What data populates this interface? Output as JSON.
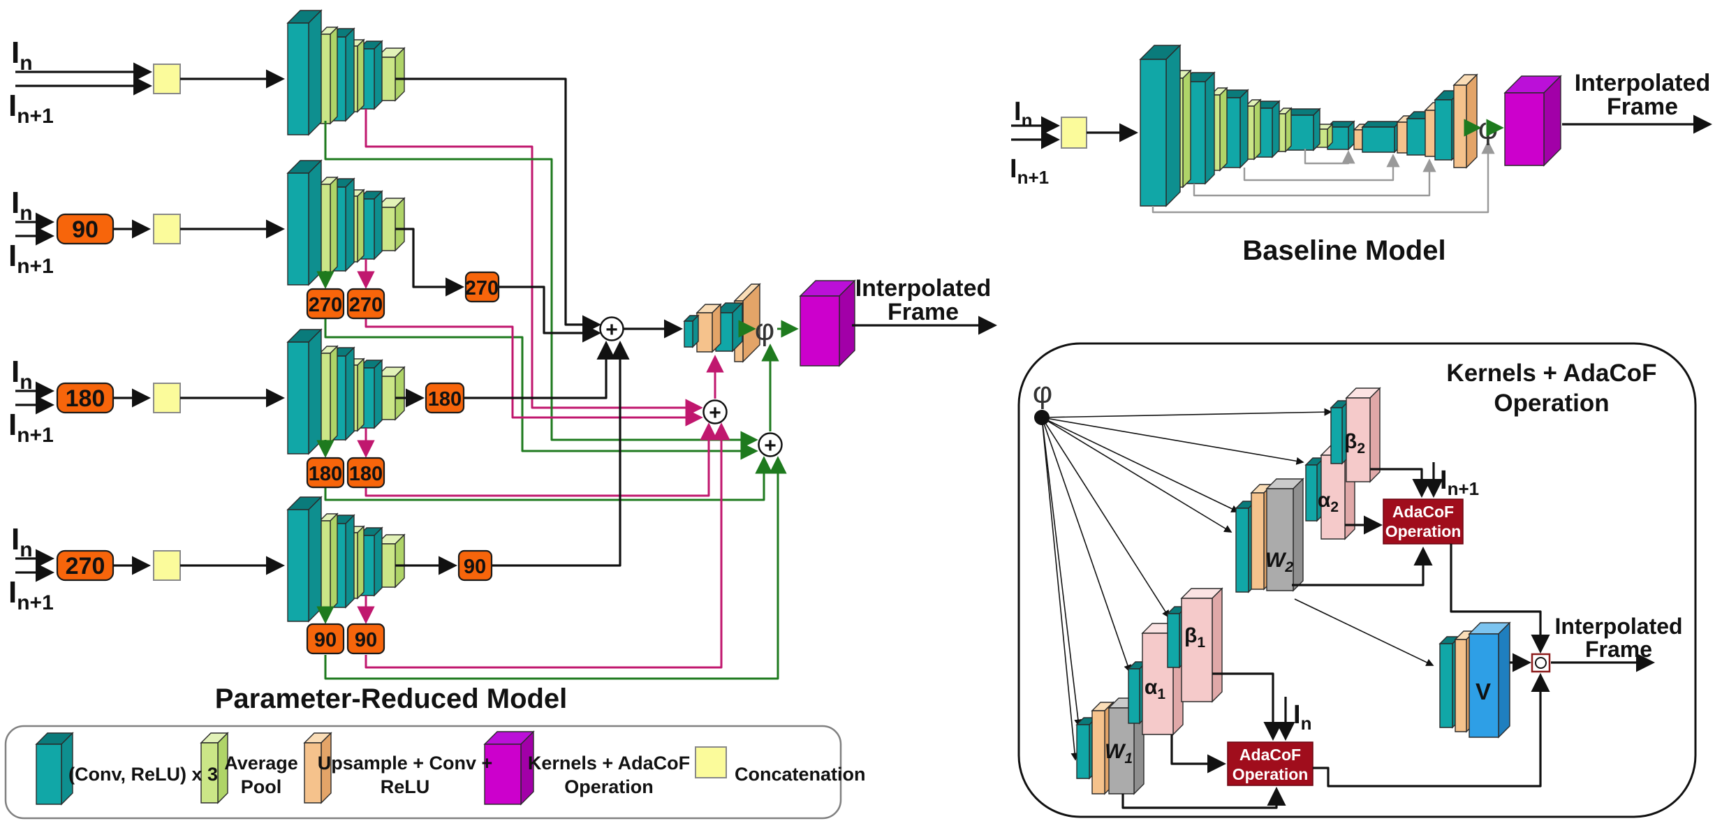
{
  "symbols": {
    "plus": "+",
    "phi": "φ"
  },
  "colors": {
    "arrow_black": "#111111",
    "arrow_green": "#1E7A1E",
    "arrow_crimson": "#C0176E",
    "arrow_gray": "#999999",
    "rotation_box": "#F7650B",
    "concat_box": "#FBFB9B",
    "adacof_op_box": "#A00D1C",
    "blocks": {
      "teal": {
        "f": "#11A7A7",
        "t": "#0A7B7B",
        "s": "#0E8F8F"
      },
      "lightgreen": {
        "f": "#CBE687",
        "t": "#E2F2B8",
        "s": "#AFD468"
      },
      "peach": {
        "f": "#F5C28C",
        "t": "#FADDB7",
        "s": "#E3A468"
      },
      "magenta": {
        "f": "#CC00CC",
        "t": "#BB10D8",
        "s": "#A200A8"
      },
      "pink": {
        "f": "#F5CACA",
        "t": "#FBE3E3",
        "s": "#E0A8A8"
      },
      "gray": {
        "f": "#ABABAB",
        "t": "#CACACA",
        "s": "#8F8F8F"
      },
      "blue": {
        "f": "#2E9FE6",
        "t": "#7CC4F0",
        "s": "#1F7FBF"
      }
    }
  },
  "left_model": {
    "title": "Parameter-Reduced Model",
    "output_label_1": "Interpolated",
    "output_label_2": "Frame",
    "rows": [
      {
        "input_top": {
          "base": "I",
          "sub": "n"
        },
        "input_bottom": {
          "base": "I",
          "sub": "n+1"
        }
      },
      {
        "input_top": {
          "base": "I",
          "sub": "n"
        },
        "input_bottom": {
          "base": "I",
          "sub": "n+1"
        },
        "rotation": "90",
        "mid_label": "270",
        "under_labels": [
          "270",
          "270"
        ]
      },
      {
        "input_top": {
          "base": "I",
          "sub": "n"
        },
        "input_bottom": {
          "base": "I",
          "sub": "n+1"
        },
        "rotation": "180",
        "mid_label": "180",
        "under_labels": [
          "180",
          "180"
        ]
      },
      {
        "input_top": {
          "base": "I",
          "sub": "n"
        },
        "input_bottom": {
          "base": "I",
          "sub": "n+1"
        },
        "rotation": "270",
        "mid_label": "90",
        "under_labels": [
          "90",
          "90"
        ]
      }
    ]
  },
  "baseline_model": {
    "title": "Baseline Model",
    "input_top": {
      "base": "I",
      "sub": "n"
    },
    "input_bottom": {
      "base": "I",
      "sub": "n+1"
    },
    "output_label_1": "Interpolated",
    "output_label_2": "Frame"
  },
  "adacof": {
    "title_1": "Kernels + AdaCoF",
    "title_2": "Operation",
    "w2": {
      "base": "W",
      "sub": "2"
    },
    "alpha2": {
      "base": "α",
      "sub": "2"
    },
    "beta2": {
      "base": "β",
      "sub": "2"
    },
    "w1": {
      "base": "W",
      "sub": "1"
    },
    "alpha1": {
      "base": "α",
      "sub": "1"
    },
    "beta1": {
      "base": "β",
      "sub": "1"
    },
    "op_box_line_1": "AdaCoF",
    "op_box_line_2": "Operation",
    "input_n": {
      "base": "I",
      "sub": "n"
    },
    "input_n1": {
      "base": "I",
      "sub": "n+1"
    },
    "v_label": "V",
    "output_label_1": "Interpolated",
    "output_label_2": "Frame"
  },
  "legend": {
    "items": [
      {
        "color": "teal",
        "lines": [
          "(Conv, ReLU) x 3"
        ]
      },
      {
        "color": "lightgreen",
        "lines": [
          "Average",
          "Pool"
        ]
      },
      {
        "color": "peach",
        "lines": [
          "Upsample + Conv +",
          "ReLU"
        ]
      },
      {
        "color": "magenta",
        "lines": [
          "Kernels + AdaCoF",
          "Operation"
        ]
      },
      {
        "color": "yellow",
        "lines": [
          "Concatenation"
        ]
      }
    ]
  }
}
